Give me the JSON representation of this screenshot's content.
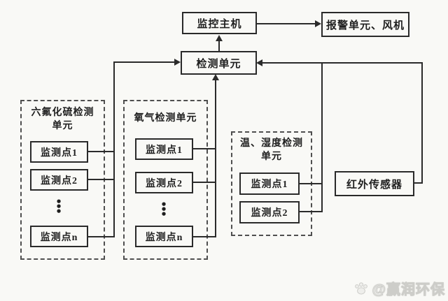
{
  "diagram": {
    "nodes": {
      "monitor_host": "监控主机",
      "alarm_fan": "报警单元、风机",
      "detect_unit": "检测单元",
      "infrared": "红外传感器"
    },
    "units": {
      "sf6": {
        "title_line1": "六氟化硫检测",
        "title_line2": "单元",
        "point1": "监测点1",
        "point2": "监测点2",
        "pointn": "监测点n",
        "dot": "•"
      },
      "o2": {
        "title_line1": "氧气检测单元",
        "point1": "监测点1",
        "point2": "监测点2",
        "pointn": "监测点n",
        "dot": "•"
      },
      "th": {
        "title_line1": "温、湿度检测",
        "title_line2": "单元",
        "point1": "监测点1",
        "point2": "监测点2"
      }
    },
    "watermark": "@赢润环保",
    "colors": {
      "line": "#2b2b2b",
      "background": "#f9f9f6"
    }
  }
}
